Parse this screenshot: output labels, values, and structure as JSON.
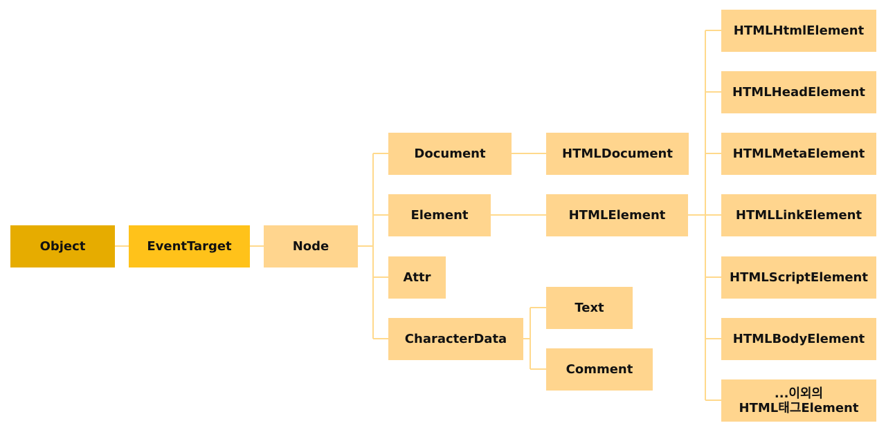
{
  "nodes": {
    "object": "Object",
    "eventtarget": "EventTarget",
    "node": "Node",
    "document": "Document",
    "element": "Element",
    "attr": "Attr",
    "characterdata": "CharacterData",
    "htmldocument": "HTMLDocument",
    "htmlelement": "HTMLElement",
    "text": "Text",
    "comment": "Comment",
    "htmlhtmlelement": "HTMLHtmlElement",
    "htmlheadelement": "HTMLHeadElement",
    "htmlmetaelement": "HTMLMetaElement",
    "htmllinkelement": "HTMLLinkElement",
    "htmlscriptelement": "HTMLScriptElement",
    "htmlbodyelement": "HTMLBodyElement",
    "other_line1": "...이외의",
    "other_line2": "HTML태그Element"
  },
  "colors": {
    "root": "#E6AC00",
    "eventtarget": "#FFC21A",
    "leaf": "#FFD58E",
    "connector": "#FFD98C"
  }
}
